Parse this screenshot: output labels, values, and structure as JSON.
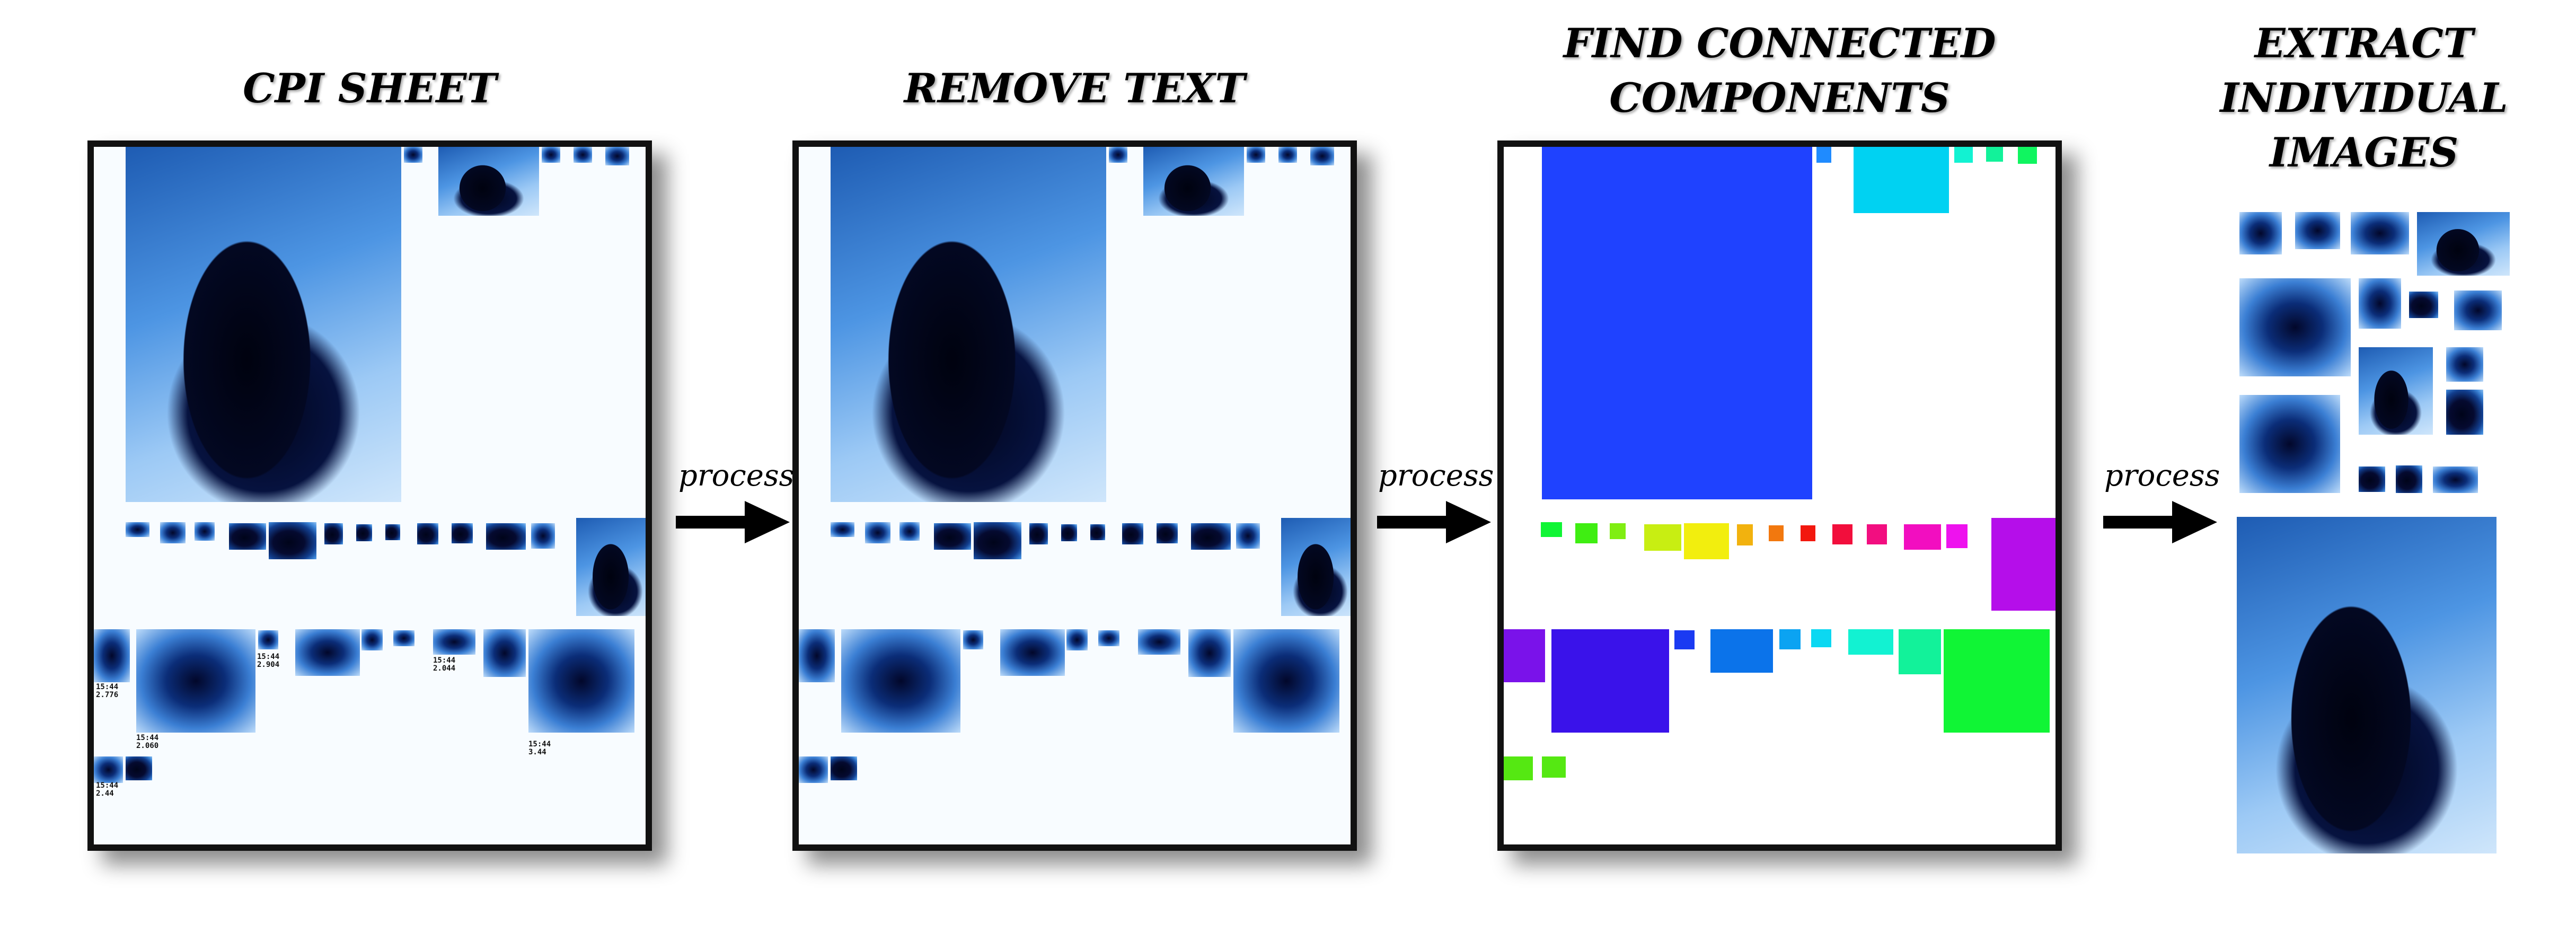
{
  "steps": [
    {
      "title": "CPI SHEET"
    },
    {
      "title": "REMOVE TEXT"
    },
    {
      "title_line1": "FIND CONNECTED",
      "title_line2": "COMPONENTS"
    },
    {
      "title_line1": "EXTRACT",
      "title_line2": "INDIVIDUAL",
      "title_line3": "IMAGES"
    }
  ],
  "arrows": [
    {
      "label": "process"
    },
    {
      "label": "process"
    },
    {
      "label": "process"
    }
  ],
  "sheet_labels": {
    "l1": "15:44",
    "l1b": "2.776",
    "l2": "15:44",
    "l2b": "2.060",
    "l3": "15:44",
    "l3b": "2.904",
    "l4": "15:44",
    "l4b": "2.044",
    "l5": "15:44",
    "l5b": "3.44",
    "l6": "15:44",
    "l6b": "2.44"
  },
  "colors": {
    "blue": "#1f42ff",
    "cyan": "#00d2f2",
    "purple": "#b50eea",
    "violet": "#3a12ea",
    "azure": "#0b73ea",
    "green": "#10f535",
    "lime": "#55e812",
    "yellow": "#f2ee0e",
    "orange": "#f28a0e",
    "red": "#f2180e",
    "magenta": "#f20ec0"
  }
}
